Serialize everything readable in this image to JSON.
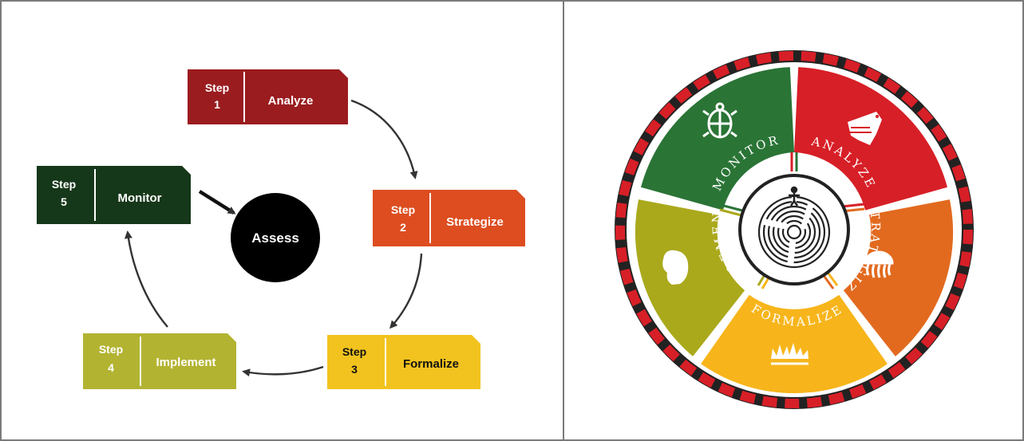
{
  "left_diagram": {
    "steps": [
      {
        "step_word": "Step",
        "number": "1",
        "name": "Analyze",
        "color": "#9a1c1f"
      },
      {
        "step_word": "Step",
        "number": "2",
        "name": "Strategize",
        "color": "#dd4d20"
      },
      {
        "step_word": "Step",
        "number": "3",
        "name": "Formalize",
        "color": "#f2c31f"
      },
      {
        "step_word": "Step",
        "number": "4",
        "name": "Implement",
        "color": "#b3b332"
      },
      {
        "step_word": "Step",
        "number": "5",
        "name": "Monitor",
        "color": "#16381a"
      }
    ],
    "center": {
      "label": "Assess",
      "color": "#000000"
    }
  },
  "right_wheel": {
    "segments": [
      {
        "label": "ANALYZE",
        "color": "#d71f27",
        "icon": "bird-icon"
      },
      {
        "label": "STRATEGIZE",
        "color": "#e26a1f",
        "icon": "jellyfish-icon"
      },
      {
        "label": "FORMALIZE",
        "color": "#f7b51b",
        "icon": "grass-icon"
      },
      {
        "label": "IMPLEMENT",
        "color": "#aaa91c",
        "icon": "bear-icon"
      },
      {
        "label": "MONITOR",
        "color": "#2a7436",
        "icon": "turtle-icon"
      }
    ],
    "center_icon": "man-in-maze-icon",
    "border_colors": [
      "#d71f27",
      "#222222"
    ]
  }
}
